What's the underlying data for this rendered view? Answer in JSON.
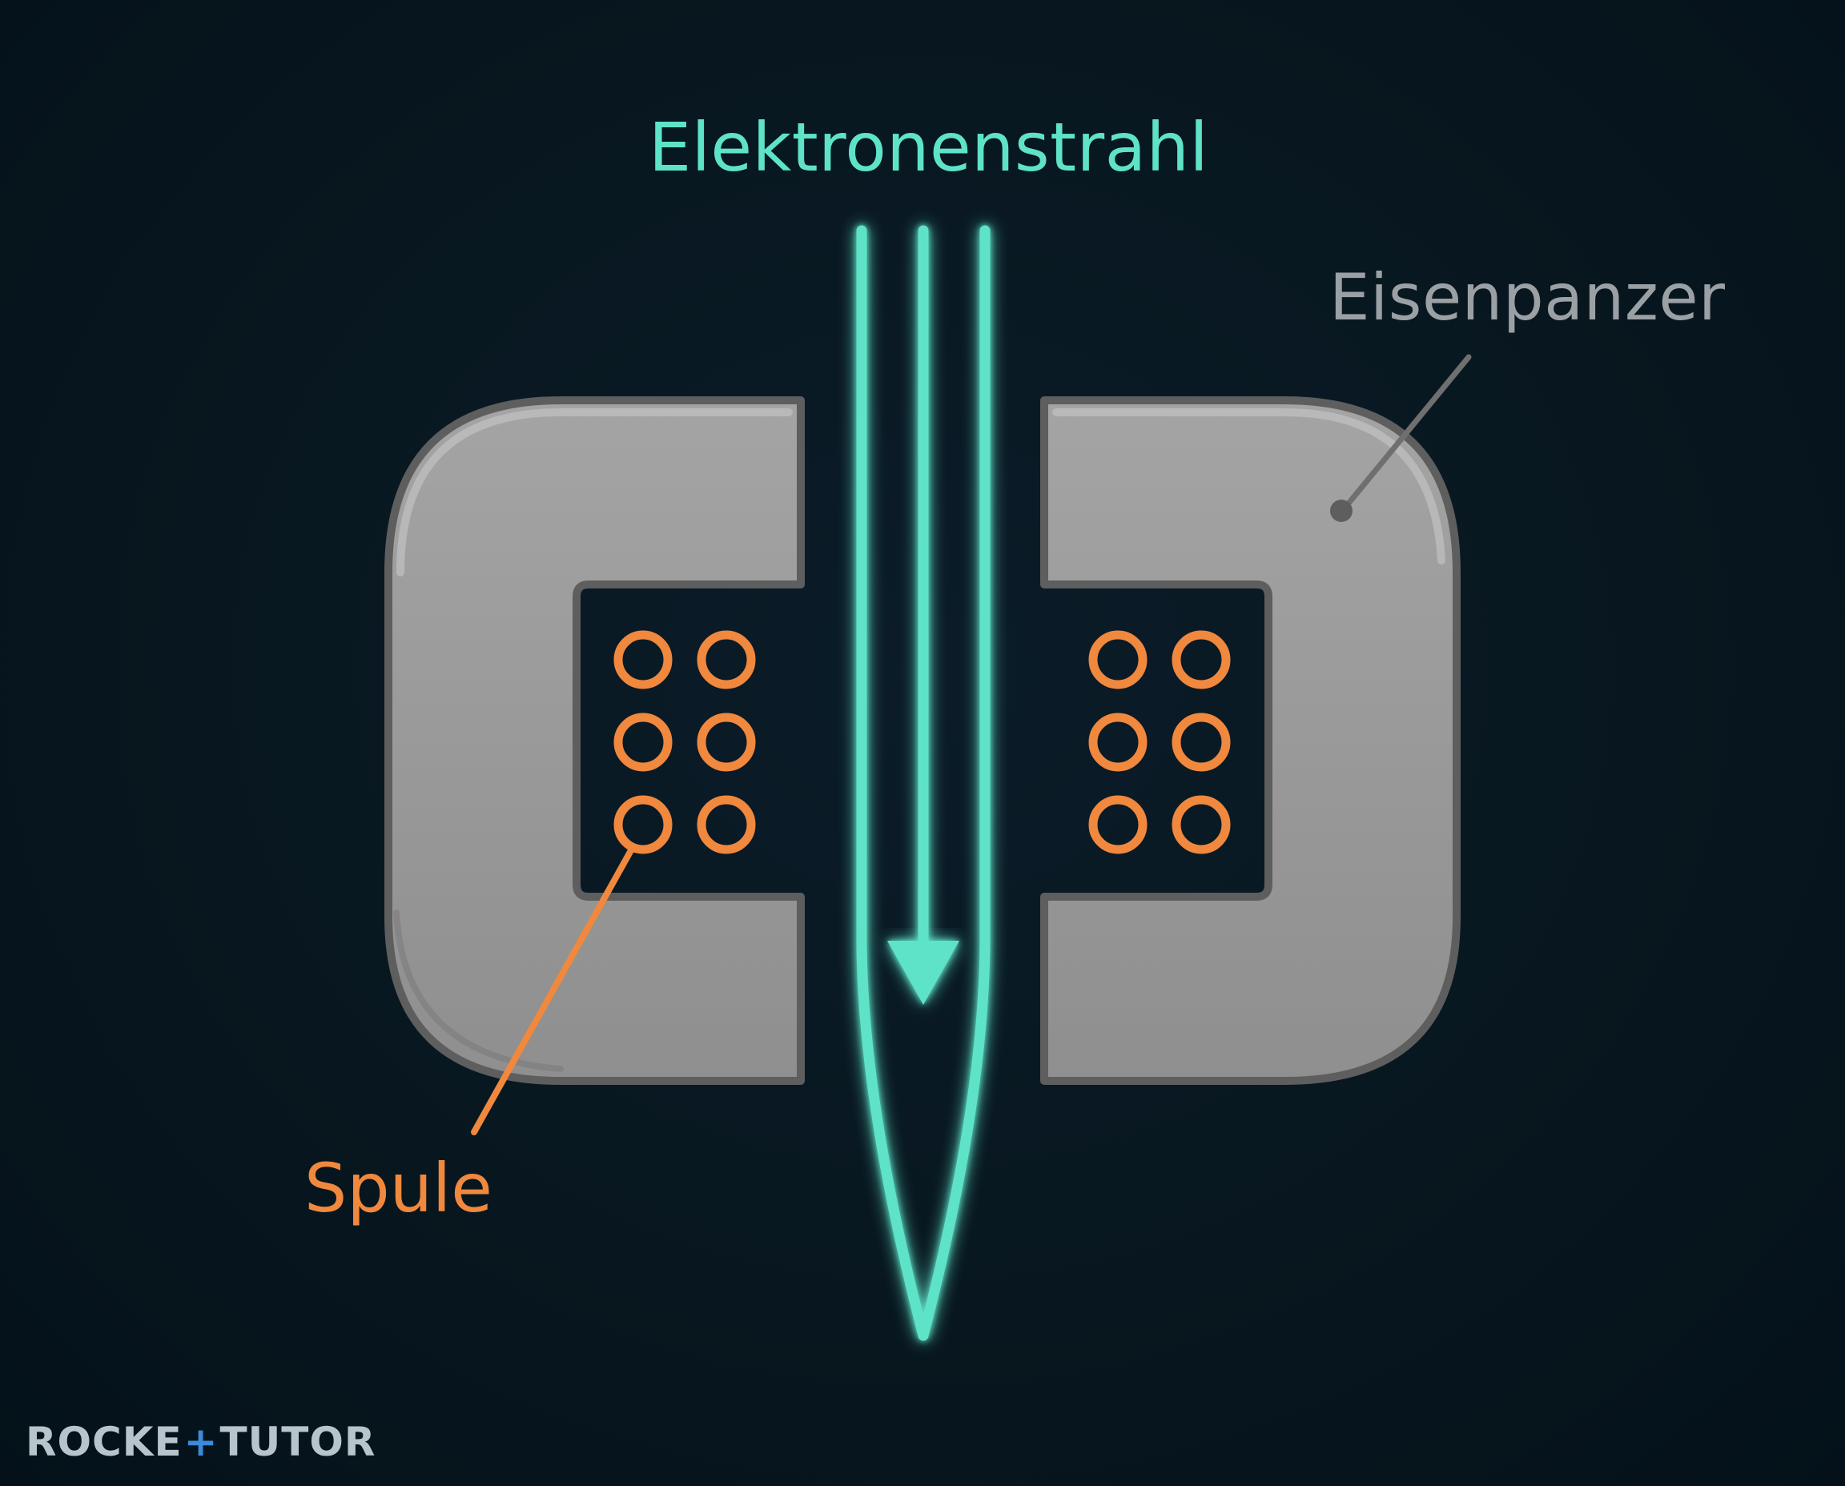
{
  "labels": {
    "beam": "Elektronenstrahl",
    "armor": "Eisenpanzer",
    "coil": "Spule"
  },
  "logo": {
    "part1": "ROCKE",
    "plus": "+",
    "part2": "TUTOR"
  },
  "colors": {
    "background": "#06141f",
    "beam": "#5fe3c8",
    "iron": "#9a9a9a",
    "iron_outline": "#5e5e5e",
    "coil": "#f0883e",
    "armor_label": "#9aa0a4",
    "logo_text": "#b8c4cc",
    "logo_accent": "#3c8ad8"
  },
  "icons": {
    "coil_winding": "circle-outline",
    "beam_direction": "arrow-down-icon"
  }
}
